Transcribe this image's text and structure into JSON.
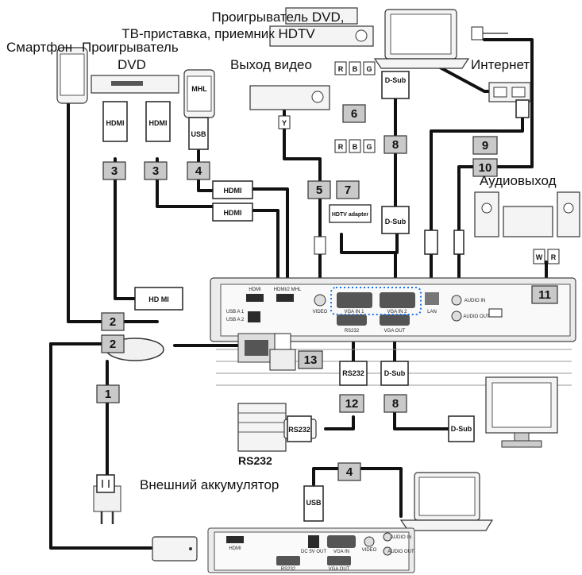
{
  "captions": {
    "dvd_settop_hdtv_line1": "Проигрыватель DVD,",
    "dvd_settop_hdtv_line2": "ТВ-приставка, приемник HDTV",
    "smartphone": "Смартфон",
    "dvd_player_line1": "Проигрыватель",
    "dvd_player_line2": "DVD",
    "video_out": "Выход видео",
    "internet": "Интернет",
    "audio_out": "Аудиовыход",
    "external_battery": "Внешний аккумулятор",
    "rs232_device": "RS232"
  },
  "badges": {
    "b1": "1",
    "b2a": "2",
    "b2b": "2",
    "b3a": "3",
    "b3b": "3",
    "b4a": "4",
    "b4b": "4",
    "b5": "5",
    "b6": "6",
    "b7": "7",
    "b8a": "8",
    "b8b": "8",
    "b9": "9",
    "b10": "10",
    "b11": "11",
    "b12": "12",
    "b13": "13"
  },
  "connectors": {
    "hdmi": "HDMI",
    "hdmi_big": "HD MI",
    "usb": "USB",
    "mhl": "MHL",
    "dsub": "D-Sub",
    "rs232": "RS232",
    "hdtv_adapter": "HDTV adapter",
    "rca_r": "R",
    "rca_b": "B",
    "rca_g": "G",
    "rca_y": "Y",
    "rca_w": "W",
    "rca_r2": "R"
  },
  "panel": {
    "hdmi": "HDMI",
    "hdmi2_mhl": "HDMI/2 MHL",
    "usb_a1": "USB A 1",
    "usb_a2": "USB A 2",
    "video": "VIDEO",
    "vga_in1": "VGA IN 1",
    "vga_in2": "VGA IN 2",
    "rs232": "RS232",
    "vga_out": "VGA OUT",
    "lan": "LAN",
    "audio_in": "AUDIO IN",
    "audio_out": "AUDIO OUT"
  },
  "panel2": {
    "hdmi": "HDMI",
    "dc5v": "DC 5V OUT",
    "vga_in": "VGA IN",
    "video": "VIDEO",
    "audio_in": "AUDIO IN",
    "audio_out": "AUDIO OUT",
    "rs232": "RS232",
    "vga_out": "VGA OUT"
  }
}
